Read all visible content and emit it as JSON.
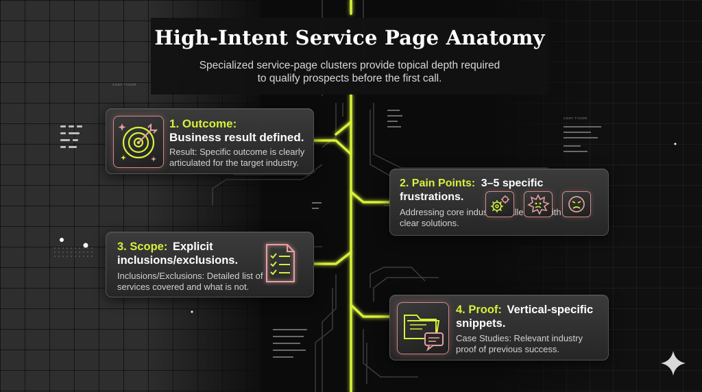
{
  "header": {
    "title": "High-Intent Service Page Anatomy",
    "subtitle": "Specialized service-page clusters provide topical depth required to qualify prospects before the first call."
  },
  "colors": {
    "accent": "#d8f03a",
    "background": "#0b0b0b",
    "icon_border": "#c98d8d"
  },
  "cards": {
    "outcome": {
      "number_label": "1. Outcome:",
      "title": "Business result defined.",
      "description": "Result: Specific outcome is clearly articulated for the target industry.",
      "icon": "target-icon"
    },
    "pain_points": {
      "number_label": "2. Pain Points:",
      "title_part1": "3–5 specific",
      "title_part2": "frustrations.",
      "description": "Addressing core industry challenges with clear solutions.",
      "icons": [
        "gears-icon",
        "frustration-burst-icon",
        "frowning-face-icon"
      ]
    },
    "scope": {
      "number_label": "3. Scope:",
      "title_part1": "Explicit",
      "title_part2": "inclusions/exclusions.",
      "description": "Inclusions/Exclusions: Detailed list of services covered and what is not.",
      "icon": "checklist-icon"
    },
    "proof": {
      "number_label": "4. Proof:",
      "title_part1": "Vertical-specific",
      "title_part2": "snippets.",
      "description": "Case Studies: Relevant industry proof of previous success.",
      "icon": "folder-chat-icon"
    }
  },
  "decor": {
    "left_code_label": "CODT TYGOR",
    "right_code_label": "CODT TYGOR"
  }
}
